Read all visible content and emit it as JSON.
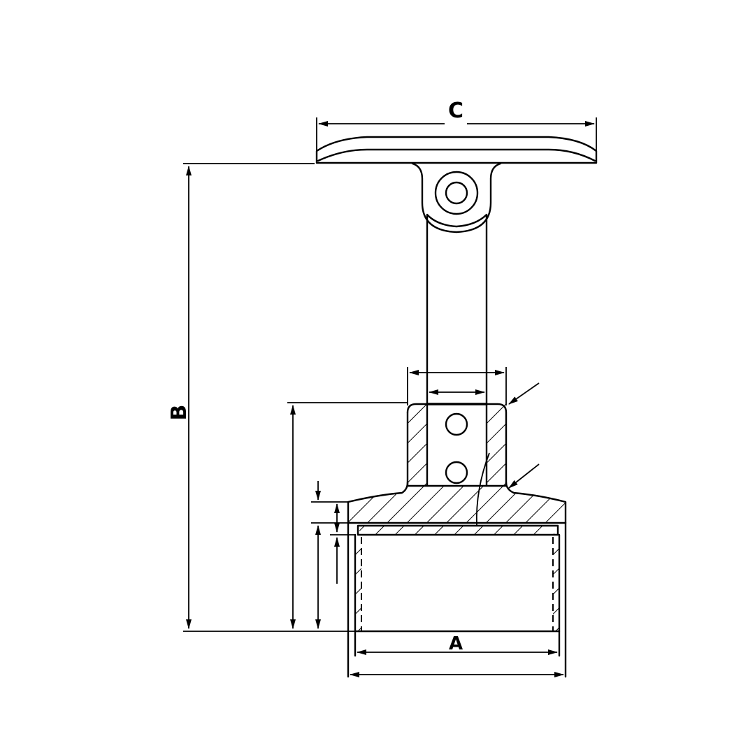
{
  "drawing": {
    "subject": "handrail bracket with tube saddle, swivel joint and base socket (sectional view)",
    "line_color": "#000000",
    "background": "#ffffff"
  },
  "dimensions": {
    "A": {
      "label": "A",
      "meaning": "inner socket diameter"
    },
    "B": {
      "label": "B",
      "meaning": "overall height"
    },
    "C": {
      "label": "C",
      "meaning": "saddle width"
    }
  }
}
